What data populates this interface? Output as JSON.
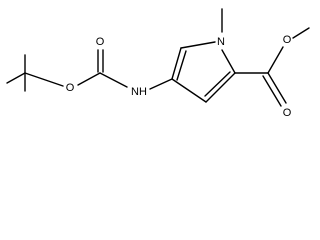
{
  "structure": {
    "atoms": {
      "ring_n": "N",
      "amine_nh": "NH",
      "carbamate_carbonyl_o": "O",
      "carbamate_ether_o": "O",
      "ester_carbonyl_o": "O",
      "ester_ether_o": "O"
    }
  }
}
